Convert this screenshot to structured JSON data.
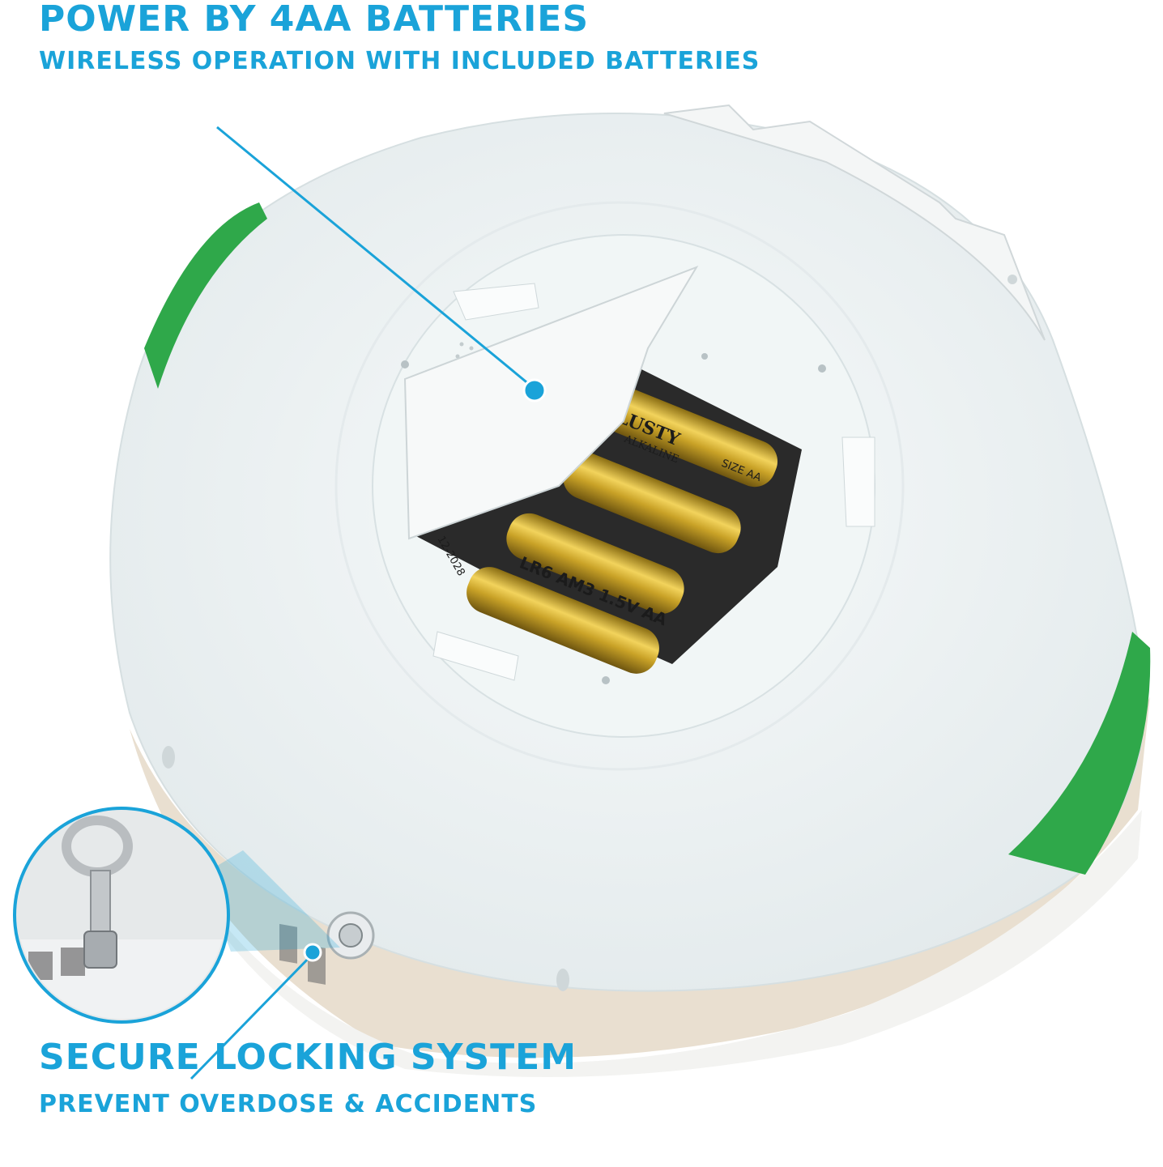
{
  "top": {
    "title": "POWER BY 4AA BATTERIES",
    "subtitle": "WIRELESS OPERATION WITH INCLUDED BATTERIES"
  },
  "bottom": {
    "title": "SECURE LOCKING SYSTEM",
    "subtitle": "PREVENT OVERDOSE & ACCIDENTS"
  },
  "battery_labels": [
    "LUSTY",
    "ALKALINE",
    "SIZE AA",
    "LR6 AM3 1.5V AA",
    "12-2028"
  ],
  "colors": {
    "accent": "#1aa3d9",
    "device_body": "#eef3f4",
    "green_trim": "#2fa84a",
    "battery_gold": "#c9a227",
    "battery_black": "#1b1b1b"
  },
  "icons": [
    "callout-dot",
    "key-icon",
    "lock-icon"
  ]
}
